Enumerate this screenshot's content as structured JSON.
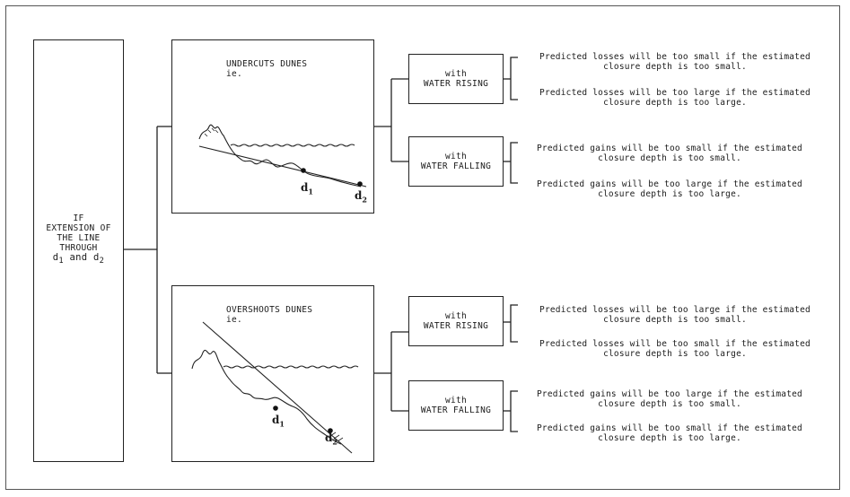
{
  "condition": {
    "line1": "IF",
    "line2": "EXTENSION OF",
    "line3": "THE LINE",
    "line4": "THROUGH",
    "line5_a": "d",
    "line5_sub1": "1",
    "line5_and": " and d",
    "line5_sub2": "2"
  },
  "cases": [
    {
      "title": "UNDERCUTS DUNES",
      "subtitle": "ie.",
      "label_d1": "d",
      "label_d1_sub": "1",
      "label_d2": "d",
      "label_d2_sub": "2",
      "branches": [
        {
          "line1": "with",
          "line2": "WATER RISING",
          "results": [
            {
              "l1": "Predicted losses will be too small if the estimated",
              "l2": "closure depth is too small."
            },
            {
              "l1": "Predicted losses will be too large if the estimated",
              "l2": "closure depth is too large."
            }
          ]
        },
        {
          "line1": "with",
          "line2": "WATER FALLING",
          "results": [
            {
              "l1": "Predicted gains will be too small if the estimated",
              "l2": "closure depth is too small."
            },
            {
              "l1": "Predicted gains will be too large if the estimated",
              "l2": "closure depth is too large."
            }
          ]
        }
      ]
    },
    {
      "title": "OVERSHOOTS DUNES",
      "subtitle": "ie.",
      "label_d1": "d",
      "label_d1_sub": "1",
      "label_d2": "d",
      "label_d2_sub": "2",
      "branches": [
        {
          "line1": "with",
          "line2": "WATER RISING",
          "results": [
            {
              "l1": "Predicted losses will be too large if the estimated",
              "l2": "closure depth is too small."
            },
            {
              "l1": "Predicted losses will be too small if the estimated",
              "l2": "closure depth is too large."
            }
          ]
        },
        {
          "line1": "with",
          "line2": "WATER FALLING",
          "results": [
            {
              "l1": "Predicted gains will be too large if the estimated",
              "l2": "closure depth is too small."
            },
            {
              "l1": "Predicted gains will be too small if the estimated",
              "l2": "closure depth is too large."
            }
          ]
        }
      ]
    }
  ]
}
